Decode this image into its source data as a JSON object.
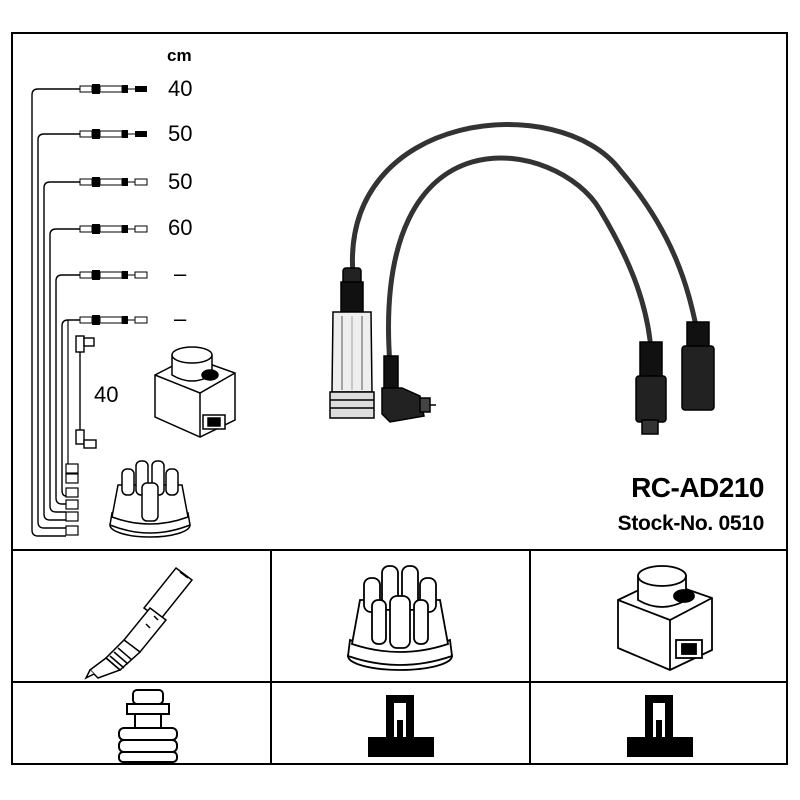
{
  "product": {
    "code": "RC-AD210",
    "stock_label": "Stock-No. 0510"
  },
  "wires": {
    "unit": "cm",
    "lengths": [
      "40",
      "50",
      "50",
      "60",
      "–",
      "–"
    ],
    "coil_lead_length": "40"
  },
  "icons": {
    "top_panel": [
      "distributor-cap-icon",
      "ignition-coil-icon"
    ],
    "bottom_row_1": [
      "spark-plug-icon",
      "distributor-cap-icon",
      "ignition-coil-icon"
    ],
    "bottom_row_2": [
      "plug-connector-icon",
      "cap-terminal-icon",
      "coil-terminal-icon"
    ]
  }
}
